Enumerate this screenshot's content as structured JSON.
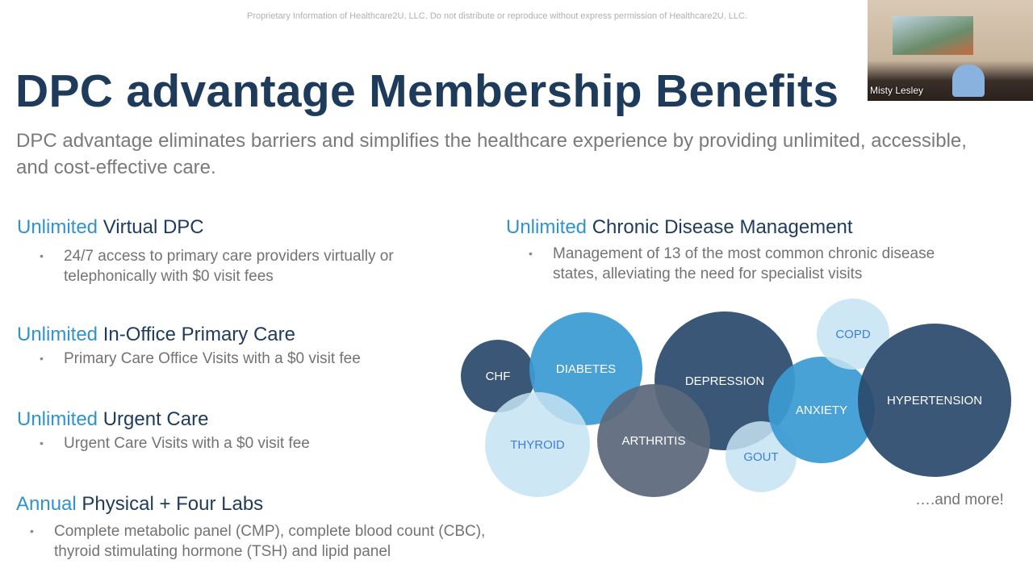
{
  "notice": "Proprietary Information of Healthcare2U, LLC. Do not distribute or reproduce without express permission of Healthcare2U, LLC.",
  "title": "DPC advantage Membership Benefits",
  "subtitle": "DPC advantage eliminates barriers and simplifies the healthcare experience by providing unlimited, accessible, and cost-effective care.",
  "video": {
    "participant_name": "Misty Lesley"
  },
  "sections": [
    {
      "accent": "Unlimited",
      "heading": "Virtual DPC",
      "bullet": "24/7 access to primary care providers virtually or telephonically with $0 visit fees"
    },
    {
      "accent": "Unlimited",
      "heading": "In-Office Primary Care",
      "bullet": "Primary Care Office Visits with a $0 visit fee"
    },
    {
      "accent": "Unlimited",
      "heading": "Urgent Care",
      "bullet": "Urgent Care Visits with a $0 visit fee"
    },
    {
      "accent": "Annual",
      "heading": "Physical + Four Labs",
      "bullet": "Complete metabolic panel (CMP), complete blood count (CBC), thyroid stimulating hormone (TSH) and lipid panel"
    },
    {
      "accent": "Unlimited",
      "heading": "Chronic Disease Management",
      "bullet": "Management of 13 of the most common chronic disease states, alleviating the need for specialist visits"
    }
  ],
  "conditions": [
    "CHF",
    "DIABETES",
    "DEPRESSION",
    "THYROID",
    "ARTHRITIS",
    "GOUT",
    "ANXIETY",
    "COPD",
    "HYPERTENSION"
  ],
  "more": "….and more!",
  "colors": {
    "navy": "#2b4a6e",
    "blue": "#3a9bd2",
    "light": "#c6e3f2",
    "slate": "#5b687c",
    "accent": "#2e93d1",
    "title": "#1f3b5c"
  }
}
